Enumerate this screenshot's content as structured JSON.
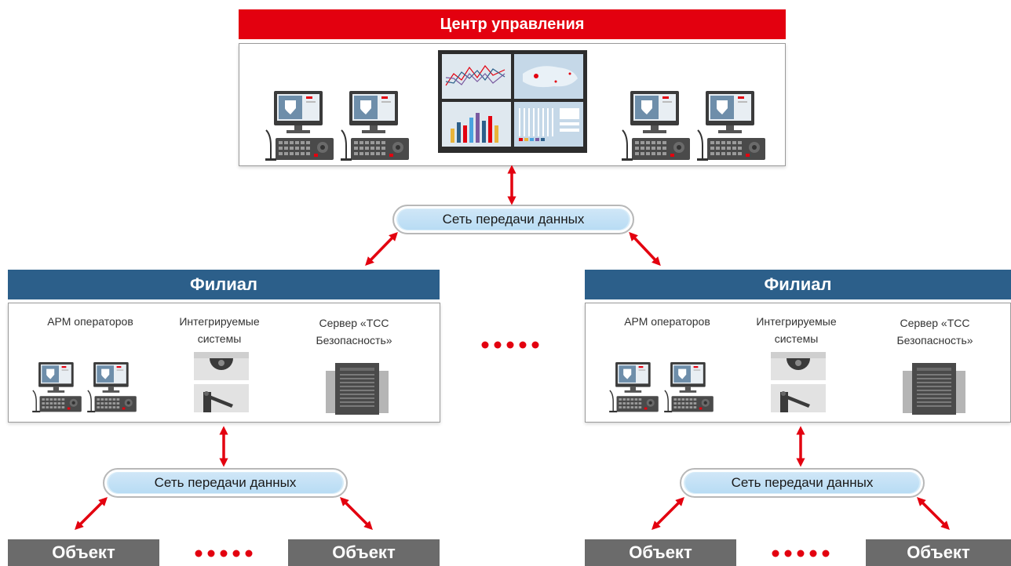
{
  "control_center": {
    "title": "Центр управления"
  },
  "network": {
    "label": "Сеть передачи данных"
  },
  "branches": [
    {
      "title": "Филиал",
      "arm_label": "АРМ операторов",
      "integrated_label": "Интегрируемые системы",
      "server_label": "Сервер «ТСС Безопасность»",
      "network_label": "Сеть передачи данных",
      "objects": [
        "Объект",
        "Объект"
      ]
    },
    {
      "title": "Филиал",
      "arm_label": "АРМ операторов",
      "integrated_label": "Интегрируемые системы",
      "server_label": "Сервер «ТСС Безопасность»",
      "network_label": "Сеть передачи данных",
      "objects": [
        "Объект",
        "Объект"
      ]
    }
  ],
  "icons": {
    "workstation": "workstation-icon",
    "video_wall": "video-wall-icon",
    "dome_camera": "dome-camera-icon",
    "barrier": "barrier-icon",
    "server": "server-icon",
    "arrow": "double-arrow-icon",
    "ellipsis": "ellipsis-dots-icon"
  },
  "colors": {
    "accent_red": "#e3000f",
    "branch_blue": "#2c5f8a",
    "object_gray": "#6b6b6b",
    "network_fill": "#cfe6f7"
  }
}
